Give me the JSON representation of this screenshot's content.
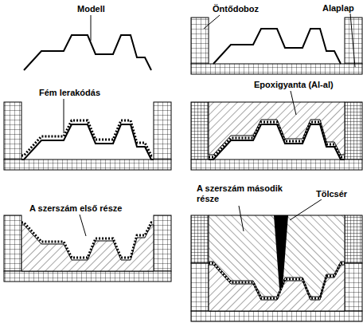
{
  "diagram": {
    "labels": [
      "Modell",
      "Öntődoboz",
      "Alaplap",
      "Fém lerakódás",
      "Epoxigyanta (Al-al)",
      "A szerszám első része",
      "A szerszám második része",
      "Tölcsér"
    ]
  }
}
